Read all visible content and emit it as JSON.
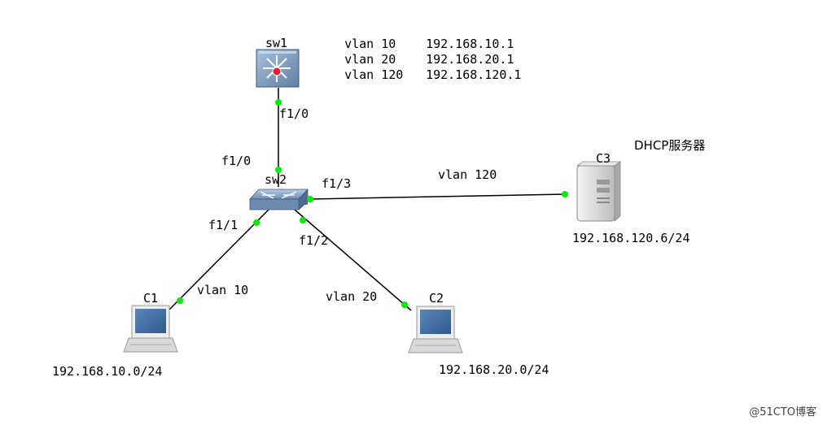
{
  "devices": {
    "sw1": {
      "label": "sw1"
    },
    "sw2": {
      "label": "sw2"
    },
    "c1": {
      "label": "C1",
      "subnet": "192.168.10.0/24"
    },
    "c2": {
      "label": "C2",
      "subnet": "192.168.20.0/24"
    },
    "c3": {
      "label": "C3",
      "role": "DHCP服务器",
      "ip": "192.168.120.6/24"
    }
  },
  "vlan_table": [
    {
      "vlan": "vlan 10",
      "gateway": "192.168.10.1"
    },
    {
      "vlan": "vlan 20",
      "gateway": "192.168.20.1"
    },
    {
      "vlan": "vlan 120",
      "gateway": "192.168.120.1"
    }
  ],
  "ports": {
    "sw1_f10": "f1/0",
    "sw2_f10": "f1/0",
    "sw2_f13": "f1/3",
    "sw2_f11": "f1/1",
    "sw2_f12": "f1/2"
  },
  "links": {
    "c1_vlan": "vlan 10",
    "c2_vlan": "vlan 20",
    "c3_vlan": "vlan 120"
  },
  "colors": {
    "link": "#000000",
    "port_dot": "#00ee00"
  },
  "watermark": "@51CTO博客"
}
